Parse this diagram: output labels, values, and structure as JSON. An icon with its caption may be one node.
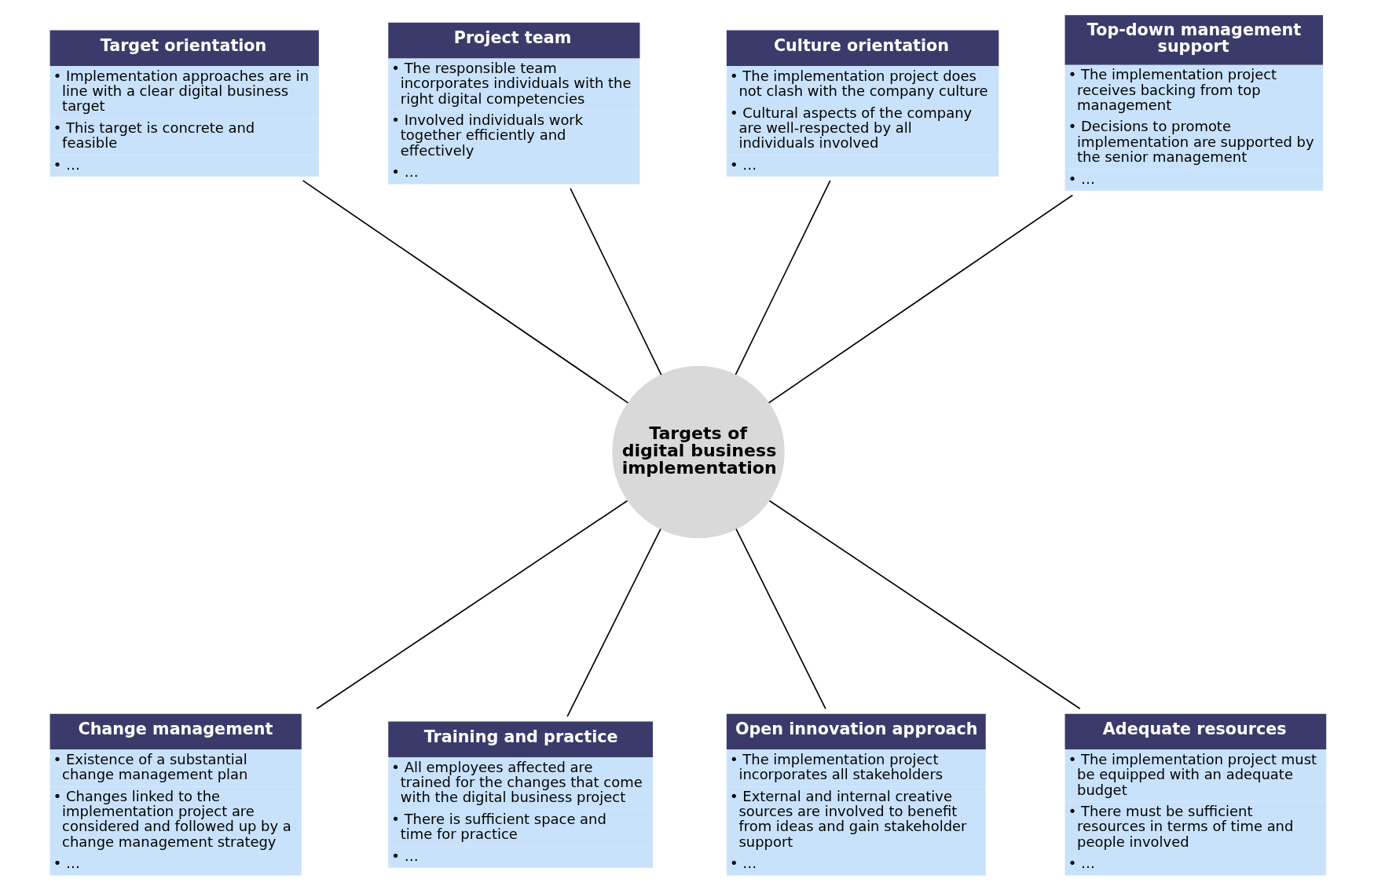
{
  "diagram": {
    "nodes": [
      {
        "text": [
          "Target orientation",
          "• Implementation approaches are in line with a clear digital business target",
          "• This target is concrete and feasible",
          "• …"
        ]
      },
      {
        "text": [
          "Project team",
          "• The responsible team incorporates individuals with the right digital competencies",
          "• Involved individuals work together efficiently and effectively",
          "• …"
        ]
      },
      {
        "text": [
          "Culture orientation",
          "• The implementation project does not clash with the company culture",
          "• Cultural aspects of the company are well-respected by all individuals involved",
          "• …"
        ]
      },
      {
        "text": [
          "Top-down management support",
          "• The implementation project receives backing from top management",
          "• Decisions to promote implementation are supported by the senior management",
          "• …"
        ]
      },
      {
        "text": [
          "Targets of digital business implementation"
        ]
      },
      {
        "text": [
          "Change management",
          "• Existence of a substantial change management plan",
          "• Changes linked to the implementation project are considered and followed up by a change management strategy",
          "• …"
        ]
      },
      {
        "text": [
          "Training and practice",
          "• All employees affected are trained for the changes that come with the digital business project",
          "• There is sufficient space and time for practice",
          "• …"
        ]
      },
      {
        "text": [
          "Open innovation approach",
          "• The implementation project incorporates all stakeholders",
          "• External and internal creative sources are involved to benefit from ideas and gain stakeholder support",
          "• …"
        ]
      },
      {
        "text": [
          "Adequate resources",
          "• The implementation project must be equipped with an adequate budget",
          "• There must be sufficient resources in terms of time and people involved",
          "• …"
        ]
      }
    ],
    "edges": [
      {
        "from": 0,
        "to": 4,
        "arrow": "none"
      },
      {
        "from": 1,
        "to": 4,
        "arrow": "none"
      },
      {
        "from": 2,
        "to": 4,
        "arrow": "none"
      },
      {
        "from": 3,
        "to": 4,
        "arrow": "none"
      },
      {
        "from": 4,
        "to": 5,
        "arrow": "none"
      },
      {
        "from": 4,
        "to": 6,
        "arrow": "none"
      },
      {
        "from": 4,
        "to": 7,
        "arrow": "none"
      },
      {
        "from": 4,
        "to": 8,
        "arrow": "none"
      }
    ]
  }
}
